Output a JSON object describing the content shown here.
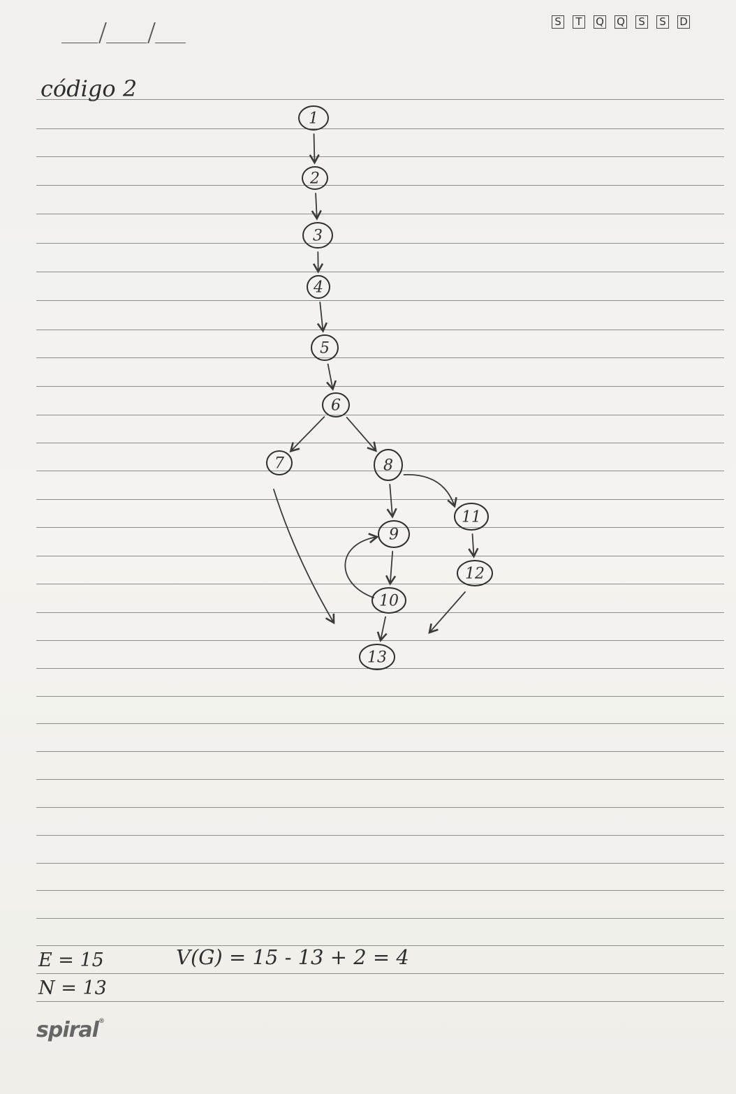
{
  "header": {
    "weekdays": [
      "S",
      "T",
      "Q",
      "Q",
      "S",
      "S",
      "D"
    ]
  },
  "notes": {
    "title": "código 2",
    "edges_eq": "E = 15",
    "nodes_eq": "N = 13",
    "complexity_eq": "V(G) = 15 - 13 + 2 = 4"
  },
  "graph": {
    "nodes": [
      "1",
      "2",
      "3",
      "4",
      "5",
      "6",
      "7",
      "8",
      "9",
      "10",
      "11",
      "12",
      "13"
    ],
    "edges": [
      [
        "1",
        "2"
      ],
      [
        "2",
        "3"
      ],
      [
        "3",
        "4"
      ],
      [
        "4",
        "5"
      ],
      [
        "5",
        "6"
      ],
      [
        "6",
        "7"
      ],
      [
        "6",
        "8"
      ],
      [
        "8",
        "9"
      ],
      [
        "8",
        "11"
      ],
      [
        "9",
        "10"
      ],
      [
        "10",
        "9"
      ],
      [
        "10",
        "13"
      ],
      [
        "11",
        "12"
      ],
      [
        "12",
        "13"
      ],
      [
        "7",
        "13"
      ]
    ]
  },
  "brand": {
    "name": "spiral",
    "mark": "®"
  }
}
